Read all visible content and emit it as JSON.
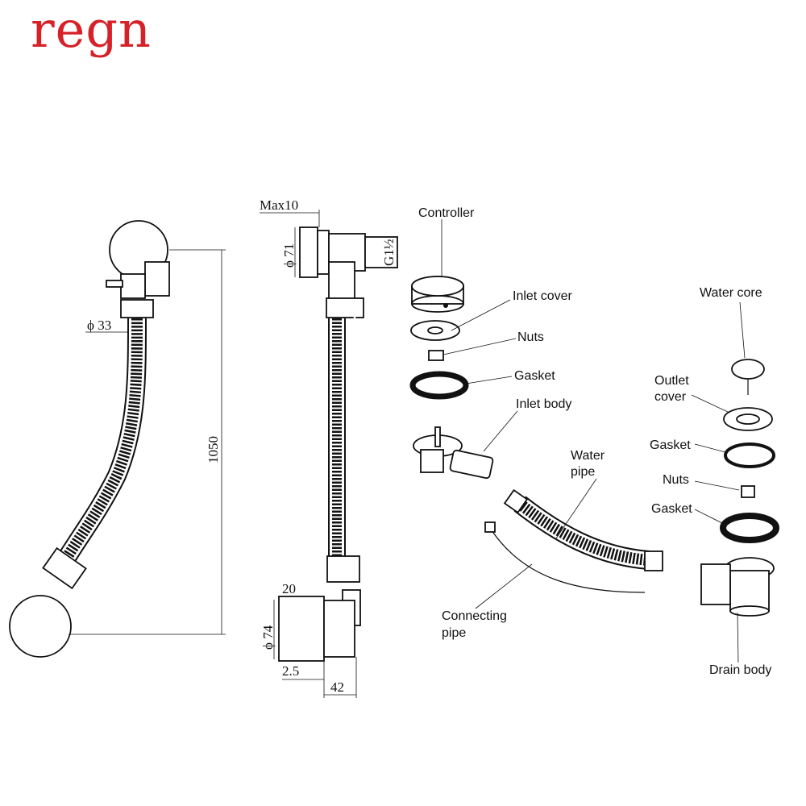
{
  "brand": {
    "logo_text": "regn",
    "color": "#d62128"
  },
  "dimensions": {
    "pipe_diameter": "ϕ 33",
    "total_length": "1050",
    "max_thickness": "Max10",
    "inlet_diameter": "ϕ 71",
    "thread": "G1½",
    "drain_height": "20",
    "drain_diameter": "ϕ 74",
    "flange": "2.5",
    "drain_width": "42"
  },
  "parts": {
    "controller": "Controller",
    "inlet_cover": "Inlet cover",
    "nuts_1": "Nuts",
    "gasket_1": "Gasket",
    "inlet_body": "Inlet body",
    "water_pipe_1": "Water",
    "water_pipe_2": "pipe",
    "connecting_pipe_1": "Connecting",
    "connecting_pipe_2": "pipe",
    "water_core": "Water core",
    "outlet_cover_1": "Outlet",
    "outlet_cover_2": "cover",
    "gasket_2": "Gasket",
    "nuts_2": "Nuts",
    "gasket_3": "Gasket",
    "drain_body": "Drain body"
  }
}
